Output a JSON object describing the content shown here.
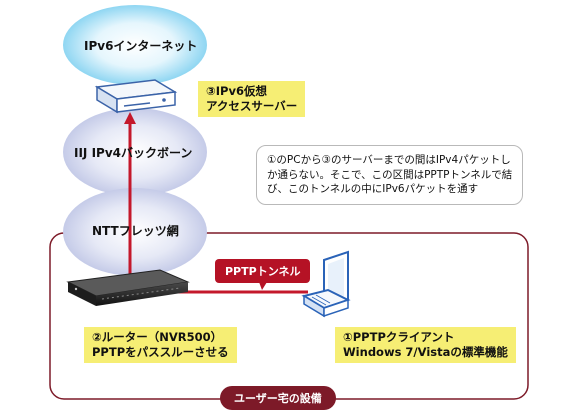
{
  "clouds": {
    "internet": "IPv6インターネット",
    "backbone": "IIJ IPv4バックボーン",
    "flets": "NTTフレッツ網"
  },
  "server_label": {
    "line1": "③IPv6仮想",
    "line2": "アクセスサーバー"
  },
  "note": {
    "line1": "①のPCから③のサーバーまでの間はIPv4パケットし",
    "line2": "か通らない。そこで、この区間はPPTPトンネルで結",
    "line3": "び、このトンネルの中にIPv6パケットを通す"
  },
  "tunnel_label": "PPTPトンネル",
  "router_label": {
    "line1": "②ルーター（NVR500）",
    "line2": "PPTPをパススルーさせる"
  },
  "client_label": {
    "line1": "①PPTPクライアント",
    "line2": "Windows 7/Vistaの標準機能"
  },
  "area_label": "ユーザー宅の設備",
  "colors": {
    "internet_cloud": "#9fdcf3",
    "lavender_cloud": "#d2d7ee",
    "tunnel_red": "#c4182b",
    "area_border": "#7d1a28",
    "label_yellow": "#f6ee74"
  },
  "icons": [
    "server-icon",
    "router-icon",
    "laptop-icon"
  ]
}
